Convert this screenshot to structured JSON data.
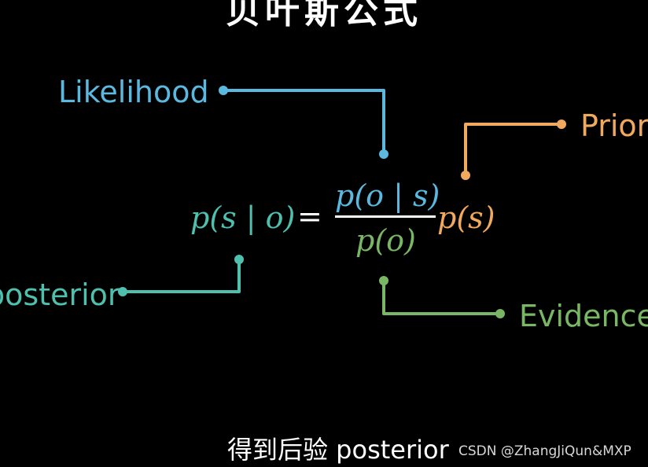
{
  "title": "贝叶斯公式",
  "labels": {
    "likelihood": "Likelihood",
    "prior": "Prior",
    "posterior": "posterior",
    "evidence": "Evidence"
  },
  "formula": {
    "lhs": "p(s | o)",
    "equals": "=",
    "numerator": "p(o | s)",
    "denominator": "p(o)",
    "prior_term": "p(s)"
  },
  "subtitle": "得到后验 posterior",
  "watermark": "CSDN @ZhangJiQun&MXP",
  "colors": {
    "background": "#000000",
    "likelihood": "#5bb8de",
    "prior": "#f1a95e",
    "posterior": "#4fbfae",
    "evidence": "#79b765",
    "text": "#ffffff"
  }
}
